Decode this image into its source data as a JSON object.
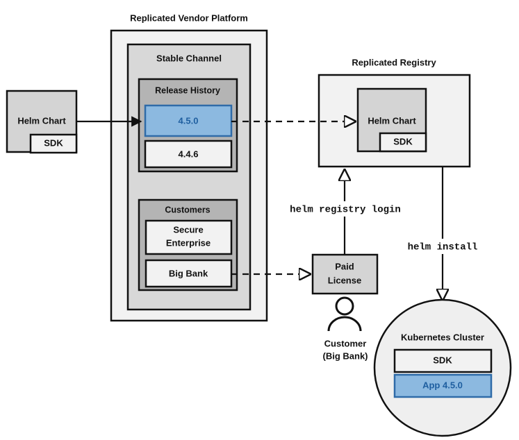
{
  "diagram": {
    "title_vendor_platform": "Replicated Vendor Platform",
    "title_registry": "Replicated Registry",
    "stable_channel": "Stable Channel",
    "release_history": "Release History",
    "releases": [
      {
        "label": "4.5.0",
        "highlighted": true
      },
      {
        "label": "4.4.6",
        "highlighted": false
      }
    ],
    "customers_title": "Customers",
    "customers": [
      {
        "line1": "Secure",
        "line2": "Enterprise"
      },
      {
        "line1": "Big Bank",
        "line2": ""
      }
    ],
    "source_chart": {
      "title": "Helm Chart",
      "sdk": "SDK"
    },
    "registry_chart": {
      "title": "Helm Chart",
      "sdk": "SDK"
    },
    "paid_license": {
      "line1": "Paid",
      "line2": "License"
    },
    "customer_actor": {
      "line1": "Customer",
      "line2": "(Big Bank)"
    },
    "cluster": {
      "title": "Kubernetes Cluster",
      "items": [
        {
          "label": "SDK",
          "highlighted": false
        },
        {
          "label": "App 4.5.0",
          "highlighted": true
        }
      ]
    },
    "commands": {
      "registry_login": "helm registry login",
      "install": "helm install"
    },
    "colors": {
      "highlight_fill": "#8cb9e0",
      "highlight_stroke": "#2f6ba8",
      "highlight_text": "#1f5fa0",
      "outer_fill": "#f2f2f2",
      "mid_fill": "#d8d8d8",
      "inner_fill": "#b4b4b4",
      "stroke": "#111111"
    }
  }
}
